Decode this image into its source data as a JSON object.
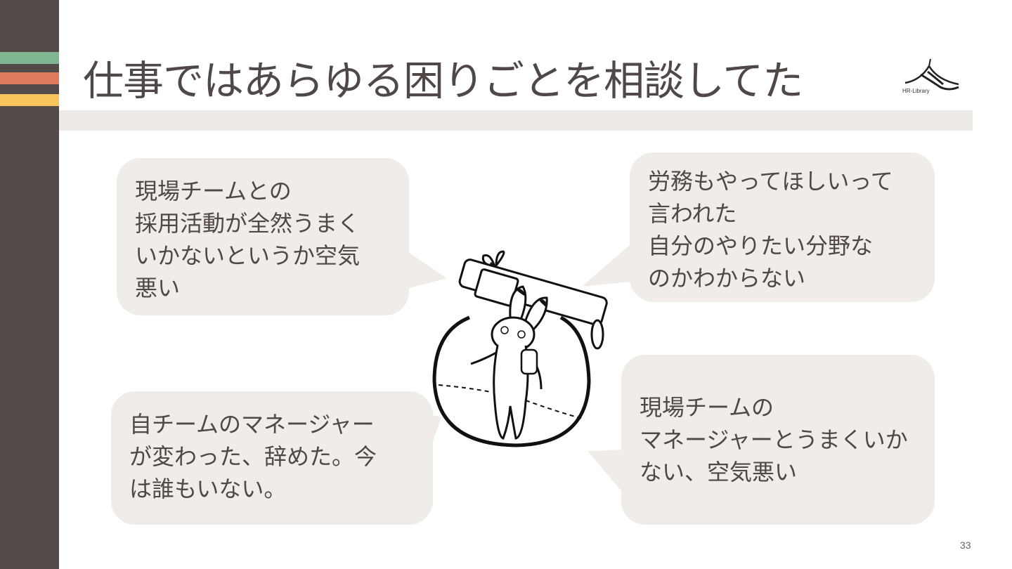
{
  "slide": {
    "title": "仕事ではあらゆる困りごとを相談してた",
    "logo_text": "HR-Library",
    "page_number": "33"
  },
  "bubbles": [
    {
      "lines": [
        "現場チームとの",
        "採用活動が全然うまく",
        "いかないというか空気",
        "悪い"
      ]
    },
    {
      "lines": [
        "労務もやってほしいって",
        "言われた",
        "自分のやりたい分野な",
        "のかわからない"
      ]
    },
    {
      "lines": [
        "自チームのマネージャー",
        "が変わった、辞めた。今",
        "は誰もいない。"
      ]
    },
    {
      "lines": [
        "現場チームの",
        "マネージャーとうまくいか",
        "ない、空気悪い"
      ]
    }
  ],
  "colors": {
    "sidebar": "#534b4a",
    "stripe_green": "#7fb68f",
    "stripe_orange": "#dd7c5d",
    "stripe_yellow": "#f7c55c",
    "bubble": "#f0ece8",
    "text": "#4f4847"
  }
}
